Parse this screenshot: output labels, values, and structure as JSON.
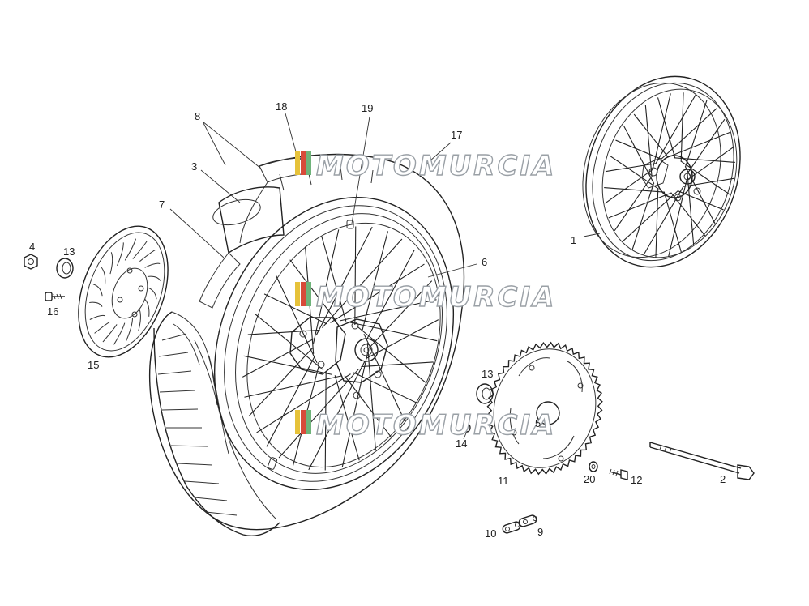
{
  "callouts": [
    {
      "id": "c1",
      "label": "1"
    },
    {
      "id": "c2",
      "label": "2"
    },
    {
      "id": "c3",
      "label": "3"
    },
    {
      "id": "c4",
      "label": "4"
    },
    {
      "id": "c5",
      "label": "5"
    },
    {
      "id": "c6",
      "label": "6"
    },
    {
      "id": "c7",
      "label": "7"
    },
    {
      "id": "c8",
      "label": "8"
    },
    {
      "id": "c9",
      "label": "9"
    },
    {
      "id": "c10",
      "label": "10"
    },
    {
      "id": "c11",
      "label": "11"
    },
    {
      "id": "c12",
      "label": "12"
    },
    {
      "id": "c13a",
      "label": "13"
    },
    {
      "id": "c13b",
      "label": "13"
    },
    {
      "id": "c14",
      "label": "14"
    },
    {
      "id": "c15",
      "label": "15"
    },
    {
      "id": "c16",
      "label": "16"
    },
    {
      "id": "c17",
      "label": "17"
    },
    {
      "id": "c18",
      "label": "18"
    },
    {
      "id": "c19",
      "label": "19"
    },
    {
      "id": "c20",
      "label": "20"
    }
  ],
  "watermark": {
    "text": "MOTOMURCIA",
    "flag_colors": [
      "#e6c23a",
      "#d84a3a",
      "#6fb37a"
    ],
    "outline_color": "#9aa0a6"
  }
}
